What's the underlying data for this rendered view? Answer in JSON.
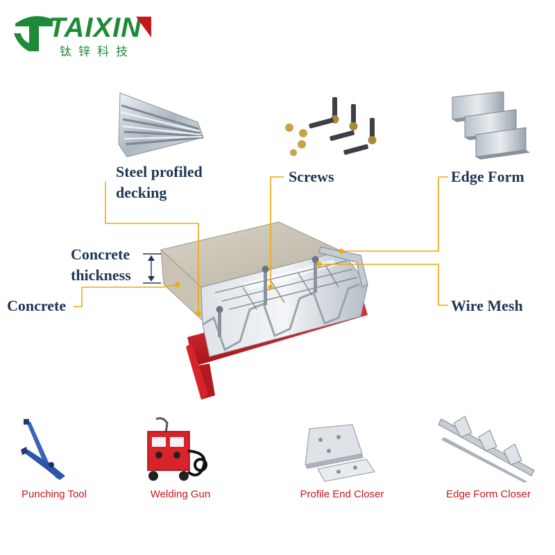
{
  "brand": {
    "name": "TAIXIN",
    "chinese_name": "钛锌科技",
    "colors": {
      "green": "#1e8a37",
      "red": "#c8161d"
    }
  },
  "callouts": {
    "steel_decking": {
      "line1": "Steel profiled",
      "line2": "decking"
    },
    "screws": "Screws",
    "edge_form": "Edge Form",
    "concrete_thickness": {
      "line1": "Concrete",
      "line2": "thickness"
    },
    "concrete": "Concrete",
    "wire_mesh": "Wire Mesh"
  },
  "accessories": [
    {
      "label": "Punching Tool",
      "icon": "punching-tool-icon"
    },
    {
      "label": "Welding Gun",
      "icon": "welding-machine-icon"
    },
    {
      "label": "Profile End Closer",
      "icon": "end-closer-icon"
    },
    {
      "label": "Edge Form Closer",
      "icon": "edge-form-closer-icon"
    }
  ],
  "colors": {
    "leader_line": "#f2a900",
    "text": "#1f3654",
    "beam": "#d8232a",
    "steel": "#c5ccd4"
  }
}
